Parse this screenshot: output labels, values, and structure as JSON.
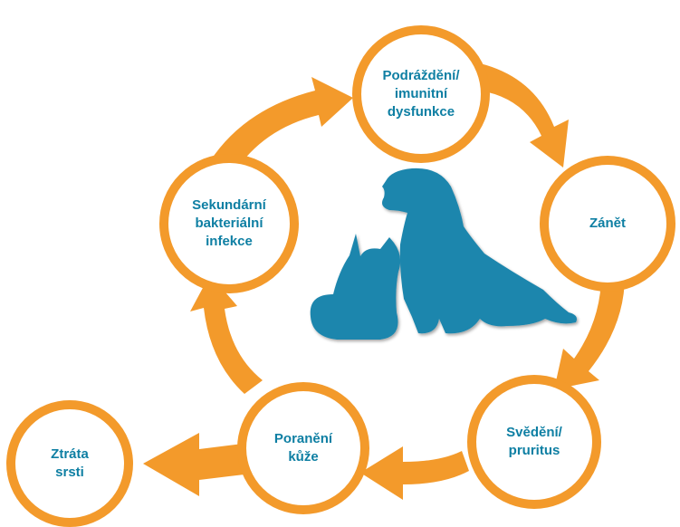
{
  "colors": {
    "cycle_orange": "#f39a2b",
    "text_teal": "#0e7fa3",
    "pet_blue": "#1e86ad",
    "pet_shadow": "#115e80"
  },
  "pets_icon": "cat-and-dog-silhouette",
  "cycle": [
    {
      "id": "irritation",
      "label": "Podráždění/\nimunitní\ndysfunkce"
    },
    {
      "id": "inflammation",
      "label": "Zánět"
    },
    {
      "id": "itch",
      "label": "Svědění/\npruritus"
    },
    {
      "id": "skin-injury",
      "label": "Poranění\nkůže"
    },
    {
      "id": "secondary-infection",
      "label": "Sekundární\nbakteriální\ninfekce"
    }
  ],
  "outcome": {
    "id": "hair-loss",
    "label": "Ztráta\nsrsti"
  }
}
